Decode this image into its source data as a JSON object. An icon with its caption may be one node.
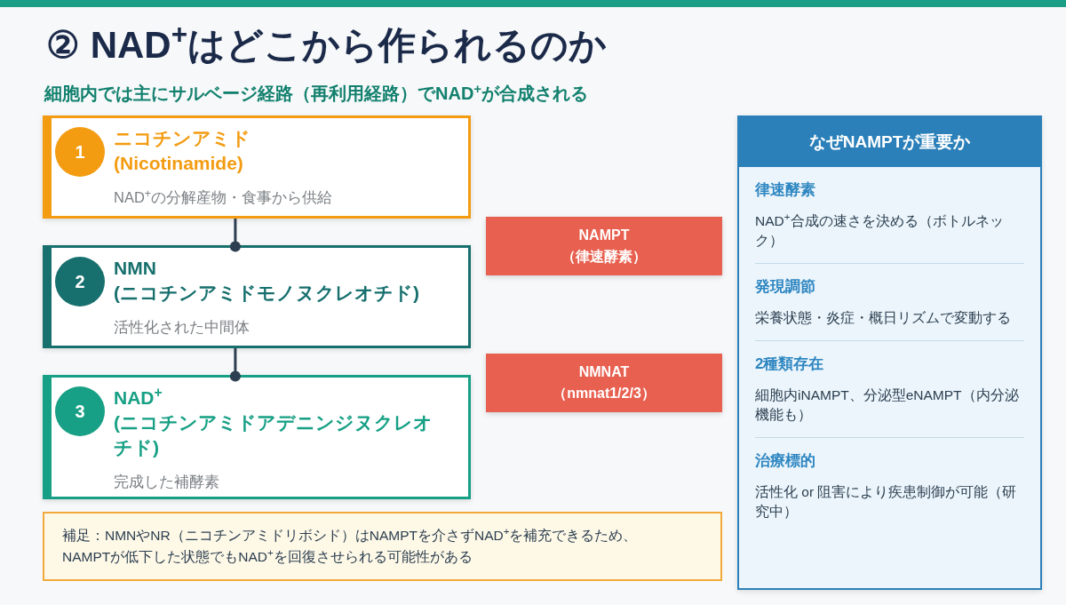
{
  "diagram": {
    "title": "② NAD$^{+}$はどこから作られるのか",
    "nodes": [
      {
        "text": [
          "ニコチンアミド",
          "(Nicotinamide)",
          "NAD$^{+}$の分解産物・食事から供給"
        ]
      },
      {
        "text": [
          "1"
        ],
        "in": 0
      },
      {
        "text": [
          "NMN",
          "(ニコチンアミドモノヌクレオチド)",
          "活性化された中間体"
        ]
      },
      {
        "text": [
          "2"
        ],
        "in": 2
      },
      {
        "text": [
          "NAD$^{+}$",
          "(ニコチンアミドアデニンジヌクレオチド)",
          "完成した補酵素"
        ]
      },
      {
        "text": [
          "3"
        ],
        "in": 4
      },
      {
        "text": [
          "NAMPT",
          "（律速酵素）"
        ]
      },
      {
        "text": [
          "NMNAT",
          "（nmnat1/2/3）"
        ]
      },
      {
        "text": [
          "なぜNAMPTが重要か",
          "律速酵素",
          "NAD$^{+}$合成の速さを決める（ボトルネック）",
          "発現調節",
          "栄養状態・炎症・概日リズムで変動する",
          "2種類存在",
          "細胞内iNAMPT、分泌型eNAMPT（内分泌機能も）",
          "治療標的",
          "活性化 or 阻害により疾患制御が可能（研究中）"
        ]
      },
      {
        "text": [
          "補足：NMNやNR（ニコチンアミドリボシド）はNAMPTを介さずNAD$^{+}$を補充できるため、NAMPTが低下した状態でもNAD$^{+}$を回復させられる可能性がある"
        ]
      }
    ],
    "edges": [
      {
        "from": 0,
        "to": 2,
        "arrow": "other"
      },
      {
        "from": 2,
        "to": 4,
        "arrow": "other"
      }
    ],
    "labels": [
      "細胞内では主にサルベージ経路（再利用経路）でNAD$^{+}$が合成される"
    ]
  }
}
